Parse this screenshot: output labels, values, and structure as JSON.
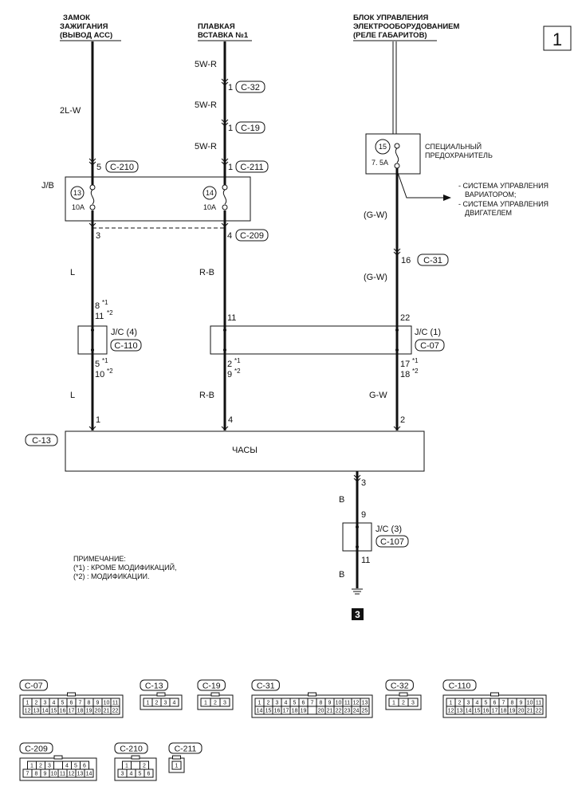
{
  "page_number": "1",
  "headers": {
    "ignition": [
      "ЗАМОК",
      "ЗАЖИГАНИЯ",
      "(ВЫВОД АСС)"
    ],
    "fusible": [
      "ПЛАВКАЯ",
      "ВСТАВКА №1"
    ],
    "control": [
      "БЛОК УПРАВЛЕНИЯ",
      "ЭЛЕКТРООБОРУДОВАНИЕМ",
      "(РЕЛЕ ГАБАРИТОВ)"
    ]
  },
  "wires": {
    "w2lw": "2L-W",
    "w5wr": "5W-R",
    "wL": "L",
    "wRB": "R-B",
    "wGW_paren": "(G-W)",
    "wGW": "G-W",
    "wB": "B"
  },
  "connectors": {
    "c32": "C-32",
    "c19": "C-19",
    "c211": "C-211",
    "c210": "C-210",
    "c209": "C-209",
    "c31": "C-31",
    "c110": "C-110",
    "c07": "C-07",
    "c13": "C-13",
    "c107": "C-107"
  },
  "pins": {
    "p1": "1",
    "p2": "2",
    "p3": "3",
    "p4": "4",
    "p5": "5",
    "p8": "8",
    "p9": "9",
    "p10": "10",
    "p11": "11",
    "p16": "16",
    "p17": "17",
    "p18": "18",
    "p22": "22",
    "star1": "*1",
    "star2": "*2"
  },
  "jb": {
    "label": "J/B",
    "fuse13": "13",
    "fuse14": "14",
    "amp": "10A"
  },
  "special_fuse": {
    "number": "15",
    "amp": "7. 5A",
    "label": [
      "СПЕЦИАЛЬНЫЙ",
      "ПРЕДОХРАНИТЕЛЬ"
    ]
  },
  "systems": [
    "- СИСТЕМА УПРАВЛЕНИЯ",
    "ВАРИАТОРОМ;",
    "- СИСТЕМА УПРАВЛЕНИЯ",
    "ДВИГАТЕЛЕМ"
  ],
  "jc": {
    "jc4": "J/C (4)",
    "jc1": "J/C (1)",
    "jc3": "J/C (3)"
  },
  "clock": "ЧАСЫ",
  "ground": "3",
  "note": [
    "ПРИМЕЧАНИЕ:",
    "(*1) : КРОМЕ МОДИФИКАЦИЙ,",
    "(*2) : МОДИФИКАЦИИ."
  ],
  "connector_views": {
    "c07": {
      "name": "C-07",
      "row1": [
        "1",
        "2",
        "3",
        "4",
        "5",
        "6",
        "7",
        "8",
        "9",
        "10",
        "11"
      ],
      "row2": [
        "12",
        "13",
        "14",
        "15",
        "16",
        "17",
        "18",
        "19",
        "20",
        "21",
        "22"
      ]
    },
    "c13": {
      "name": "C-13",
      "row1": [
        "1",
        "2",
        "3",
        "4"
      ]
    },
    "c19": {
      "name": "C-19",
      "row1": [
        "1",
        "2",
        "3"
      ]
    },
    "c31": {
      "name": "C-31",
      "row1": [
        "1",
        "2",
        "3",
        "4",
        "5",
        "6",
        "7",
        "8",
        "9",
        "10",
        "11",
        "12",
        "13"
      ],
      "row2": [
        "14",
        "15",
        "16",
        "17",
        "18",
        "19",
        "",
        "20",
        "21",
        "22",
        "23",
        "24",
        "25"
      ]
    },
    "c32": {
      "name": "C-32",
      "row1": [
        "1",
        "2",
        "3"
      ]
    },
    "c110": {
      "name": "C-110",
      "row1": [
        "1",
        "2",
        "3",
        "4",
        "5",
        "6",
        "7",
        "8",
        "9",
        "10",
        "11"
      ],
      "row2": [
        "12",
        "13",
        "14",
        "15",
        "16",
        "17",
        "18",
        "19",
        "20",
        "21",
        "22"
      ]
    },
    "c209": {
      "name": "C-209",
      "row1": [
        "1",
        "2",
        "3",
        "",
        "4",
        "5",
        "6"
      ],
      "row2": [
        "7",
        "8",
        "9",
        "10",
        "11",
        "12",
        "13",
        "14"
      ]
    },
    "c210": {
      "name": "C-210",
      "row1": [
        "1",
        "",
        "2"
      ],
      "row2": [
        "3",
        "4",
        "5",
        "6"
      ]
    },
    "c211": {
      "name": "C-211",
      "row1": [
        "1"
      ]
    }
  }
}
